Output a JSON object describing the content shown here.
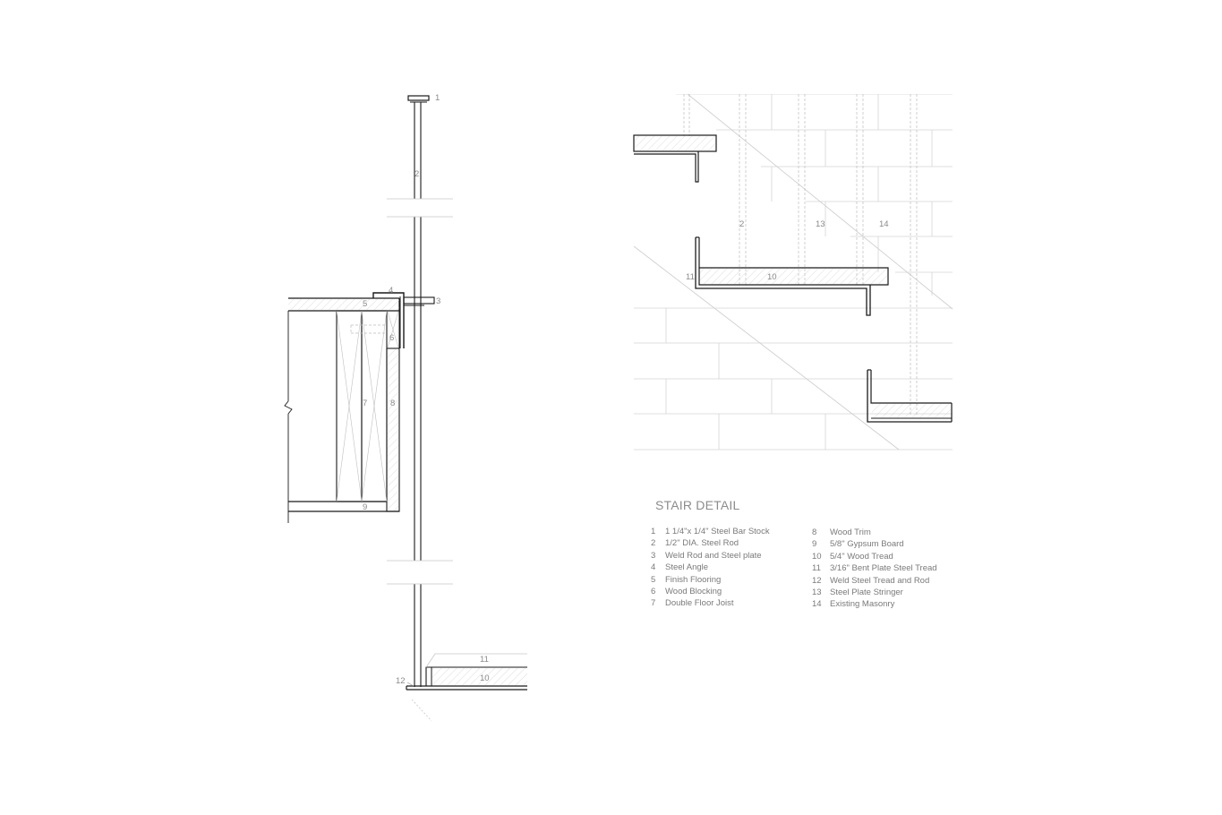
{
  "legend": {
    "title": "STAIR DETAIL",
    "items": [
      {
        "num": "1",
        "label": "1 1/4\"x 1/4\" Steel Bar Stock"
      },
      {
        "num": "2",
        "label": "1/2\" DIA. Steel Rod"
      },
      {
        "num": "3",
        "label": "Weld Rod and Steel plate"
      },
      {
        "num": "4",
        "label": "Steel Angle"
      },
      {
        "num": "5",
        "label": "Finish Flooring"
      },
      {
        "num": "6",
        "label": "Wood Blocking"
      },
      {
        "num": "7",
        "label": "Double Floor Joist"
      },
      {
        "num": "8",
        "label": "Wood Trim"
      },
      {
        "num": "9",
        "label": "5/8\" Gypsum Board"
      },
      {
        "num": "10",
        "label": "5/4\" Wood Tread"
      },
      {
        "num": "11",
        "label": "3/16\" Bent Plate Steel Tread"
      },
      {
        "num": "12",
        "label": "Weld Steel Tread and Rod"
      },
      {
        "num": "13",
        "label": "Steel Plate Stringer"
      },
      {
        "num": "14",
        "label": "Existing Masonry"
      }
    ]
  },
  "callouts": {
    "section": {
      "c1": "1",
      "c2": "2",
      "c3": "3",
      "c4": "4",
      "c5": "5",
      "c6": "6",
      "c7": "7",
      "c8": "8",
      "c9": "9",
      "c10": "10",
      "c11": "11",
      "c12": "12"
    },
    "elevation": {
      "c2": "2",
      "c10": "10",
      "c11": "11",
      "c13": "13",
      "c14": "14"
    }
  },
  "colors": {
    "line": "#1a1a1a",
    "light": "#c8c8c8",
    "text": "#8a8a8a"
  }
}
